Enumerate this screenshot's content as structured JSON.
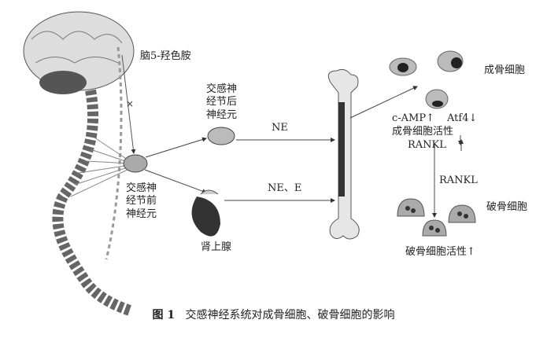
{
  "labels": {
    "brain_serotonin": "脑5-羟色胺",
    "preganglionic": "交感神\n经节前\n神经元",
    "postganglionic": "交感神\n经节后\n神经元",
    "ne": "NE",
    "ne_e": "NE、E",
    "adrenal": "肾上腺",
    "osteoblast": "成骨细胞",
    "camp": "c-AMP↑",
    "atf4": "Atf4↓",
    "osteoblast_activity": "成骨细胞活性",
    "rankl_1": "RANKL",
    "rankl_2": "RANKL",
    "osteoclast": "破骨细胞",
    "osteoclast_activity": "破骨细胞活性↑"
  },
  "caption": {
    "number": "图 1",
    "text": "交感神经系统对成骨细胞、破骨细胞的影响"
  }
}
